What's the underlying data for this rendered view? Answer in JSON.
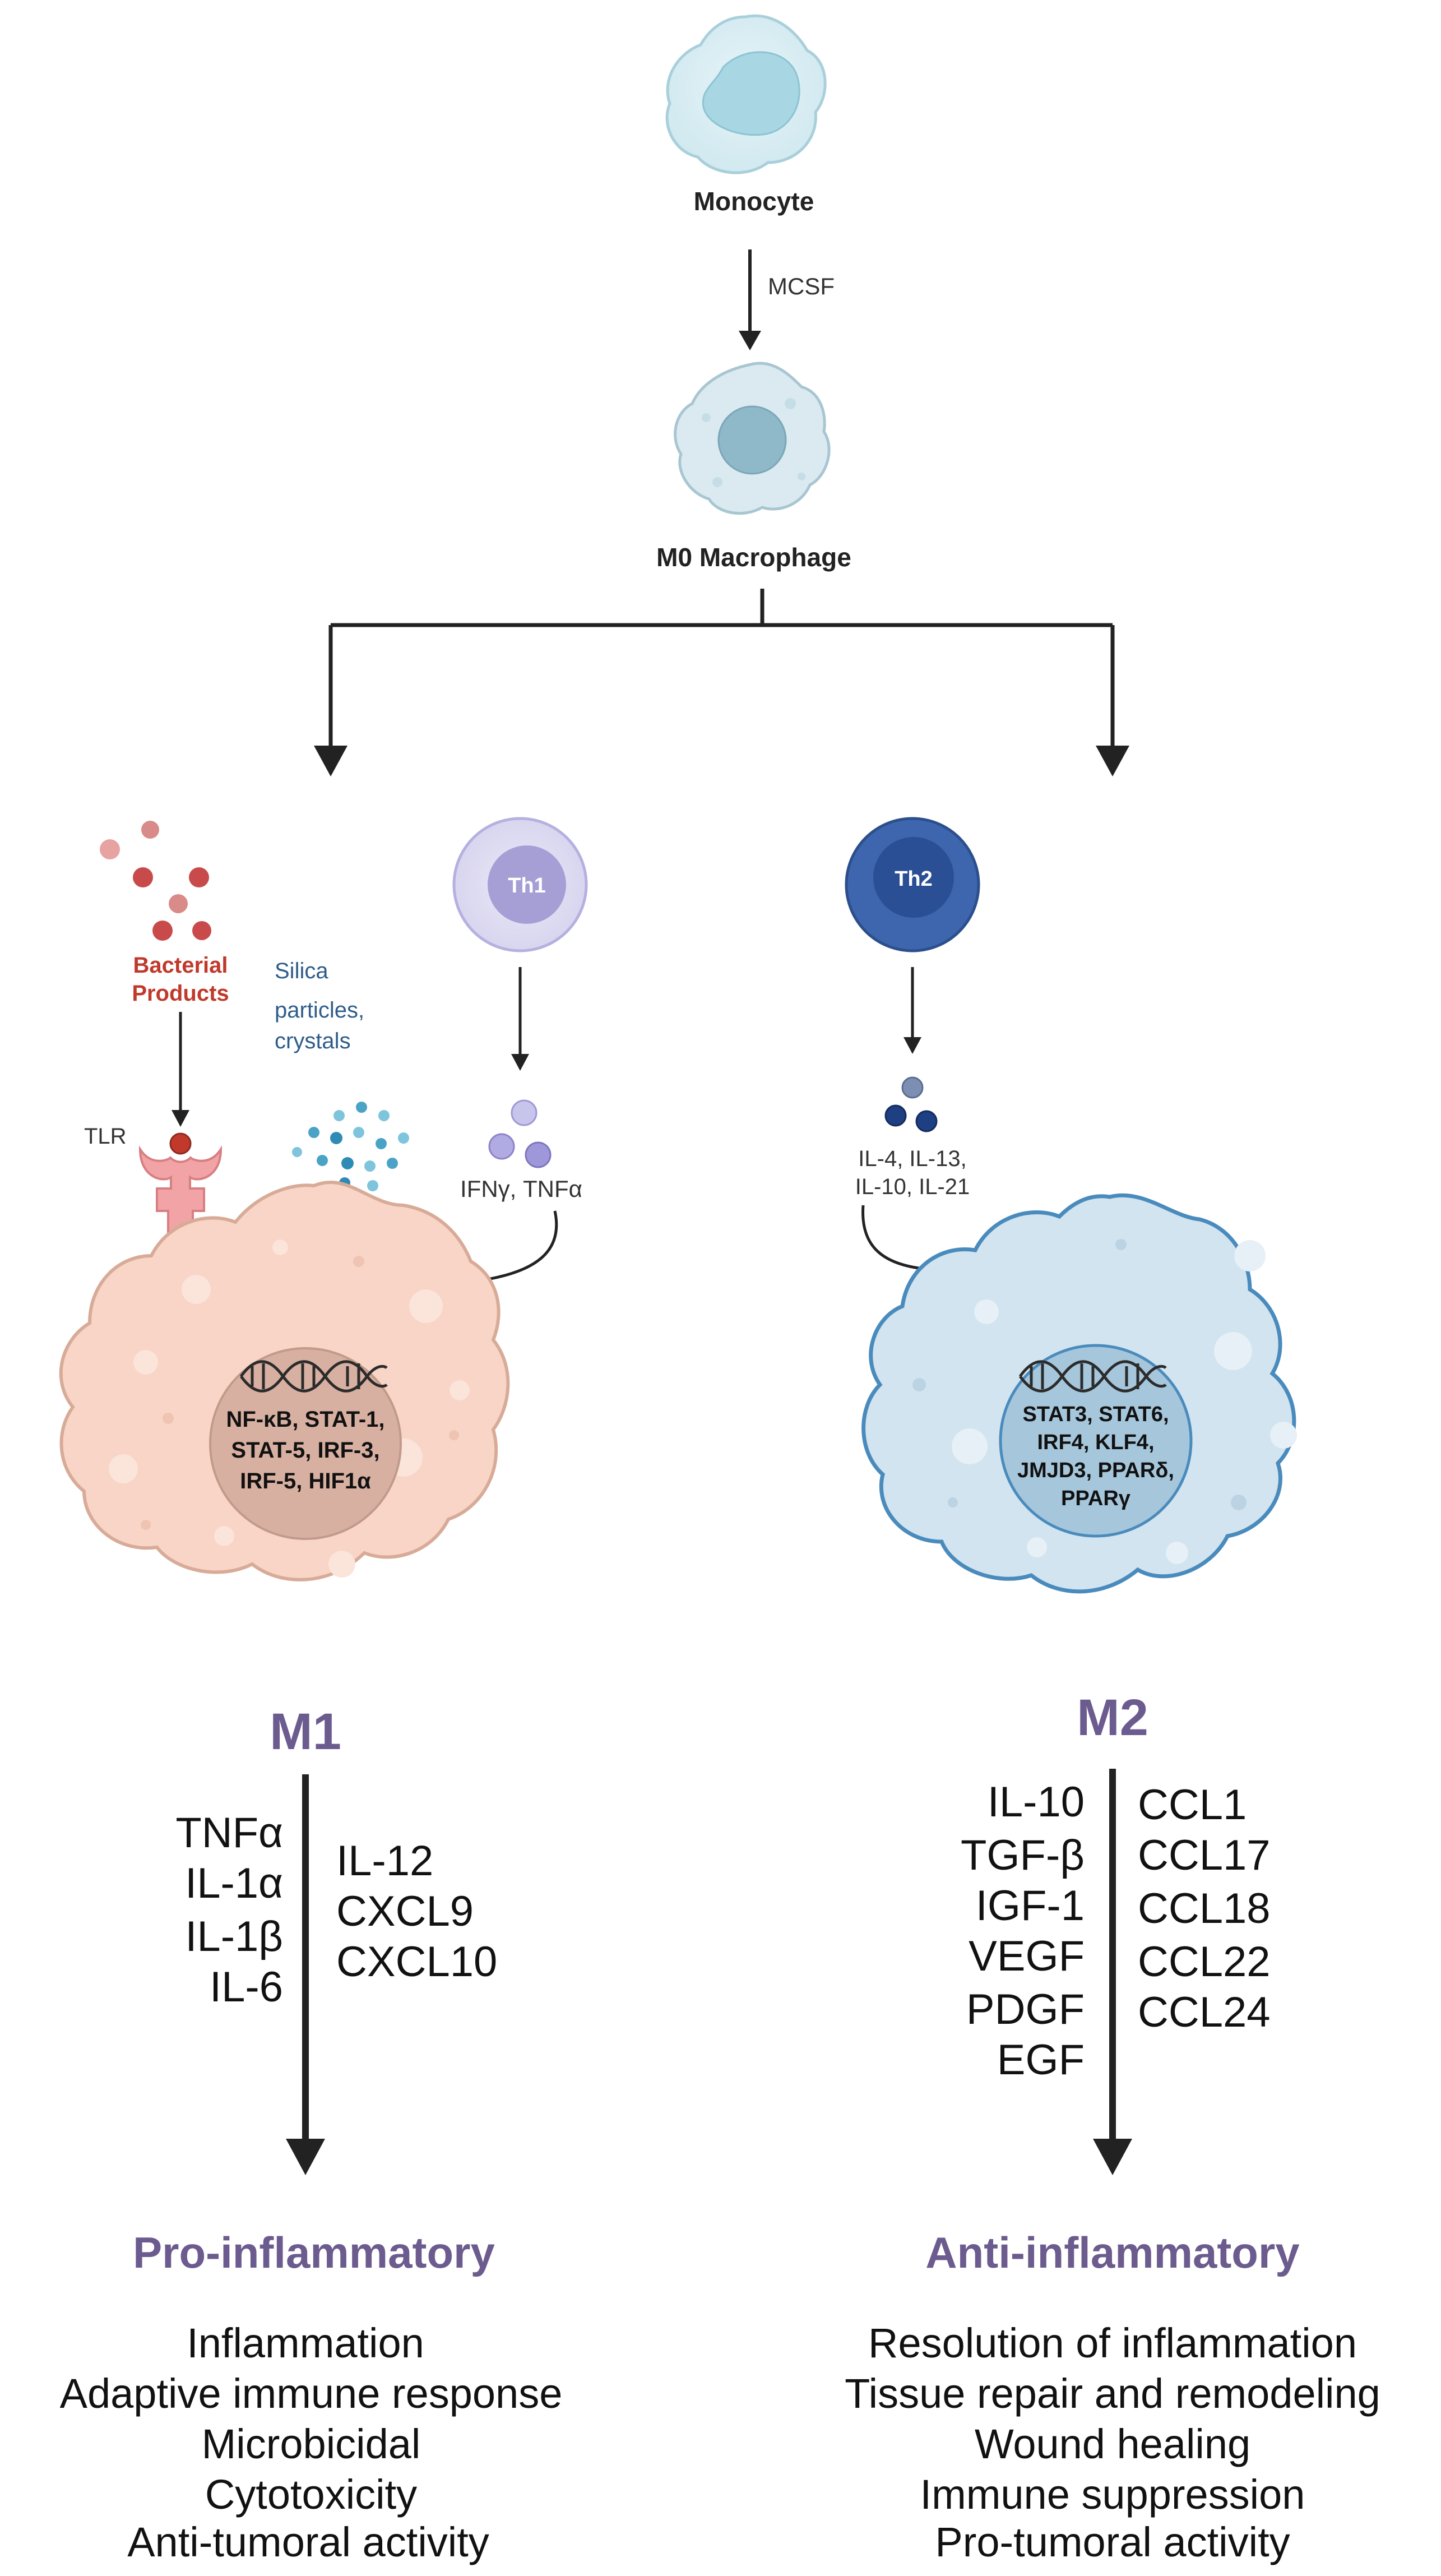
{
  "top": {
    "monocyte_label": "Monocyte",
    "mcsf_label": "MCSF",
    "m0_label": "M0 Macrophage"
  },
  "m1": {
    "bacterial_label_line1": "Bacterial",
    "bacterial_label_line2": "Products",
    "silica_label_line1": "Silica",
    "silica_label_line2": "particles,",
    "silica_label_line3": "crystals",
    "tlr_label": "TLR",
    "th1_label": "Th1",
    "th1_cytokines": "IFNγ, TNFα",
    "nucleus_factors": [
      "NF-κB, STAT-1,",
      "STAT-5, IRF-3,",
      "IRF-5, HIF1α"
    ],
    "title": "M1",
    "markers_left": [
      "TNFα",
      "IL-1α",
      "IL-1β",
      "IL-6"
    ],
    "markers_right": [
      "IL-12",
      "CXCL9",
      "CXCL10"
    ],
    "outcome_title": "Pro-inflammatory",
    "outcomes": [
      "Inflammation",
      "Adaptive immune response",
      "Microbicidal",
      "Cytotoxicity",
      "Anti-tumoral activity"
    ]
  },
  "m2": {
    "th2_label": "Th2",
    "th2_cytokines_line1": "IL-4,  IL-13,",
    "th2_cytokines_line2": "IL-10, IL-21",
    "nucleus_factors": [
      "STAT3, STAT6,",
      "IRF4, KLF4,",
      "JMJD3, PPARδ,",
      "PPARγ"
    ],
    "title": "M2",
    "markers_left": [
      "IL-10",
      "TGF-β",
      "IGF-1",
      "VEGF",
      "PDGF",
      "EGF"
    ],
    "markers_right": [
      "CCL1",
      "CCL17",
      "CCL18",
      "CCL22",
      "CCL24"
    ],
    "outcome_title": "Anti-inflammatory",
    "outcomes": [
      "Resolution of inflammation",
      "Tissue repair and remodeling",
      "Wound healing",
      "Immune suppression",
      "Pro-tumoral activity"
    ]
  },
  "colors": {
    "purple_title": "#6c5b8e",
    "bacteria_red": "#c0392b",
    "silica_blue": "#2e5c8a",
    "m1_cell_fill": "#f8d5c6",
    "m1_cell_stroke": "#c9a08c",
    "m2_cell_fill": "#d2e4ef",
    "m2_cell_stroke": "#4a8bbd"
  }
}
